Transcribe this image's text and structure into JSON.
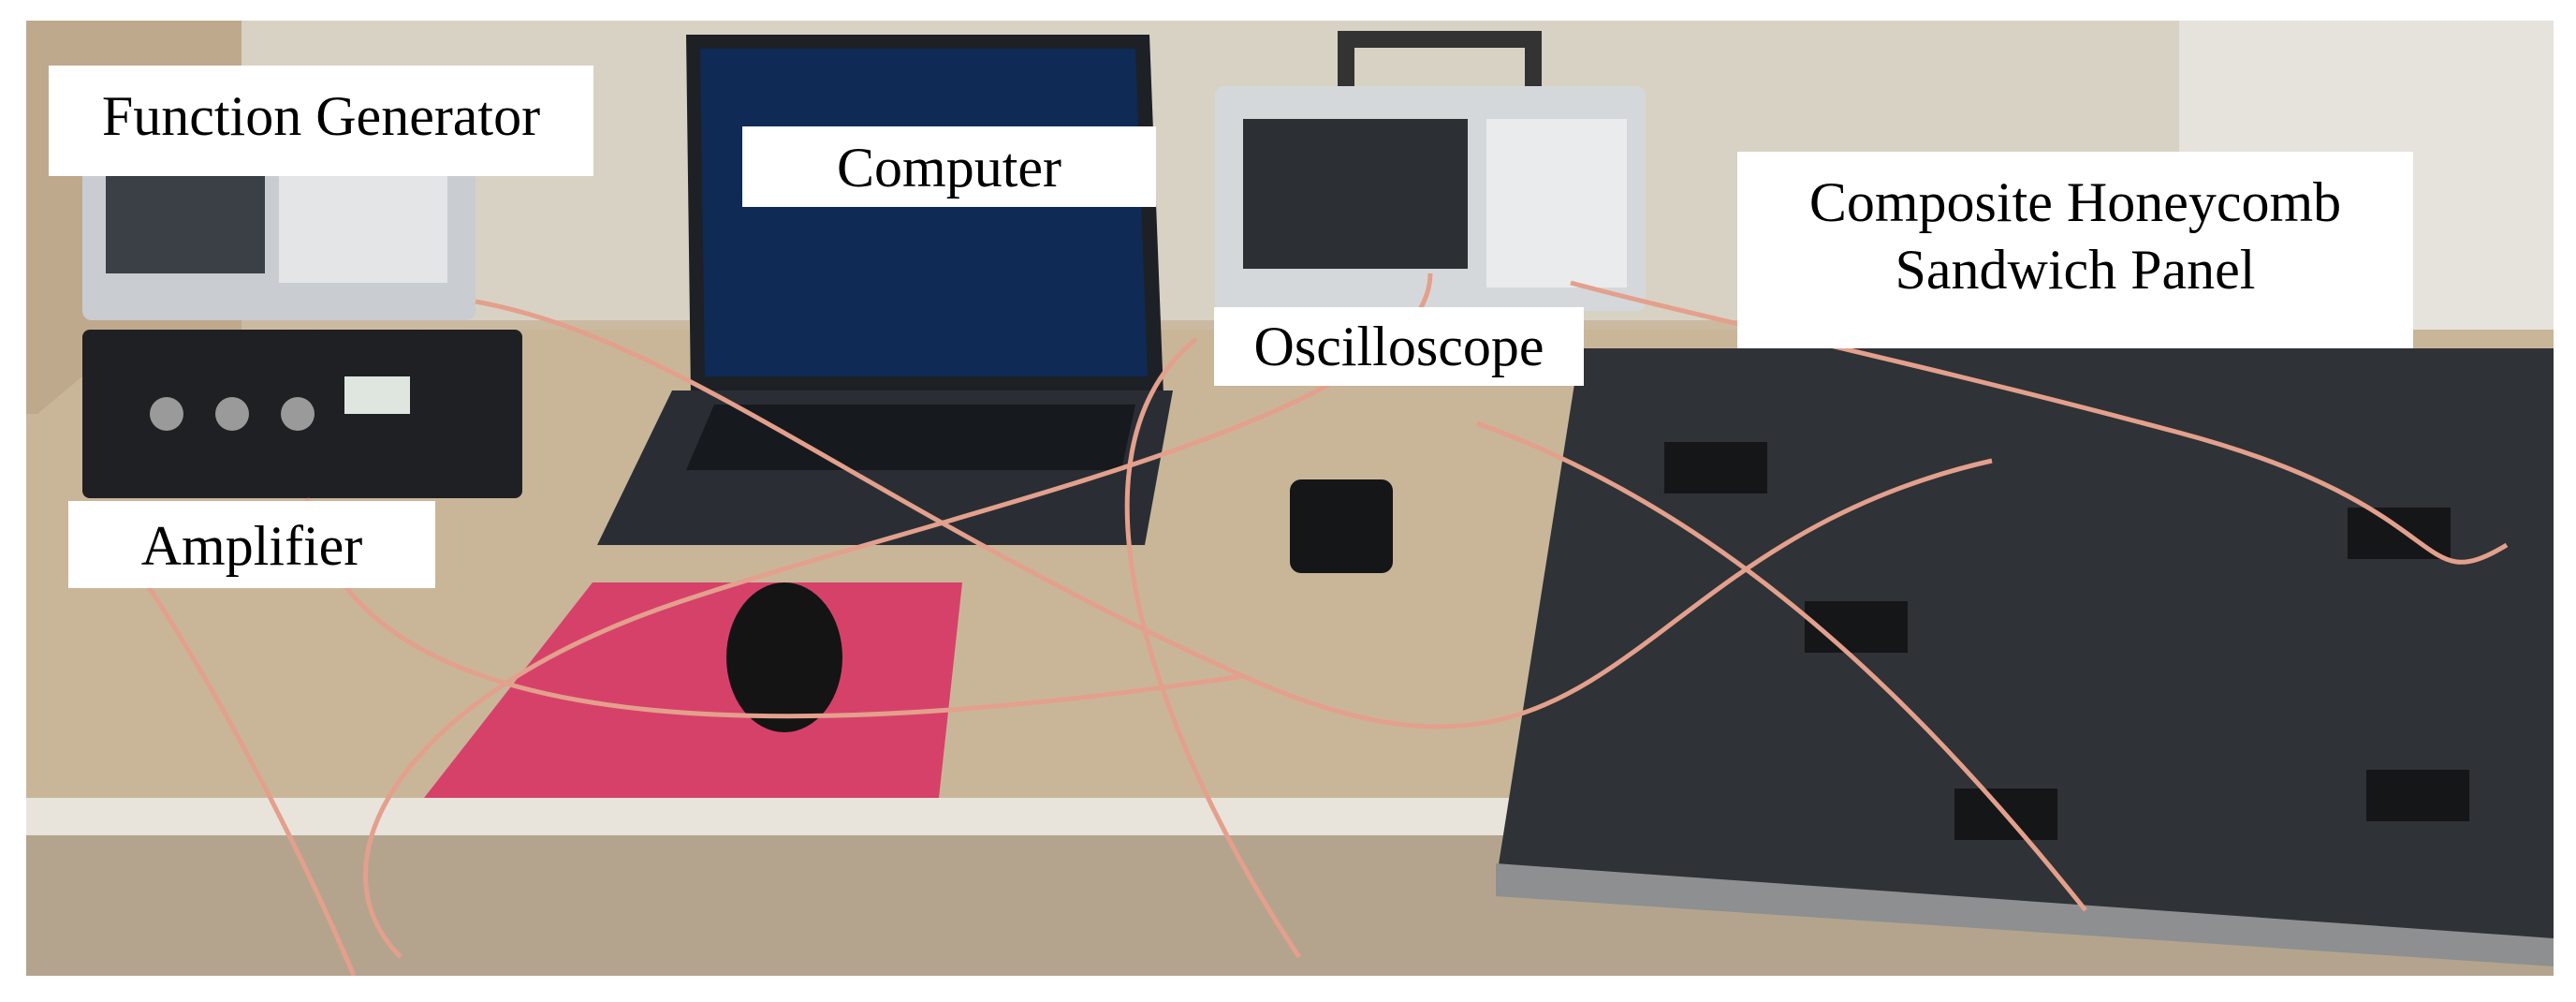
{
  "labels": {
    "function_generator": "Function Generator",
    "computer": "Computer",
    "oscilloscope": "Oscilloscope",
    "amplifier": "Amplifier",
    "panel_line1": "Composite Honeycomb",
    "panel_line2": "Sandwich Panel"
  },
  "colors": {
    "desk": "#c8b49a",
    "panel": "#2f3236",
    "laptop": "#23272d",
    "laptop_screen": "#0e2a55",
    "mousepad": "#d6416a",
    "cable": "#e3a08c",
    "background": "#ffffff"
  }
}
